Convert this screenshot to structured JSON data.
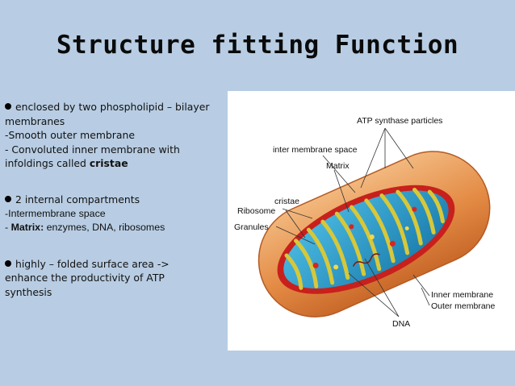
{
  "slide": {
    "title": "Structure fitting Function"
  },
  "bullets": {
    "b1": {
      "l1": "enclosed by two phospholipid – bilayer",
      "l2": "membranes",
      "l3": "-Smooth outer membrane",
      "l4": "- Convoluted inner membrane with",
      "l5_pre": "infoldings called ",
      "l5_bold": "cristae"
    },
    "b2": {
      "l1": "2 internal compartments",
      "l2": "-Intermembrane space",
      "l3_pre": "- ",
      "l3_bold": "Matrix:",
      "l3_post": " enzymes, DNA, ribosomes"
    },
    "b3": {
      "l1": "highly – folded surface area ->",
      "l2": "enhance the productivity of ATP",
      "l3": "synthesis"
    }
  },
  "figure": {
    "labels": {
      "atp": "ATP synthase particles",
      "ims": "inter membrane space",
      "matrix": "Matrix",
      "ribosome": "Ribosome",
      "cristae": "cristae",
      "granules": "Granules",
      "inner": "Inner membrane",
      "outer": "Outer membrane",
      "dna": "DNA"
    },
    "colors": {
      "outer_membrane": "#e79a55",
      "intermembrane": "#c8201c",
      "matrix": "#2a9fcf",
      "cristae": "#d7c83a"
    }
  }
}
